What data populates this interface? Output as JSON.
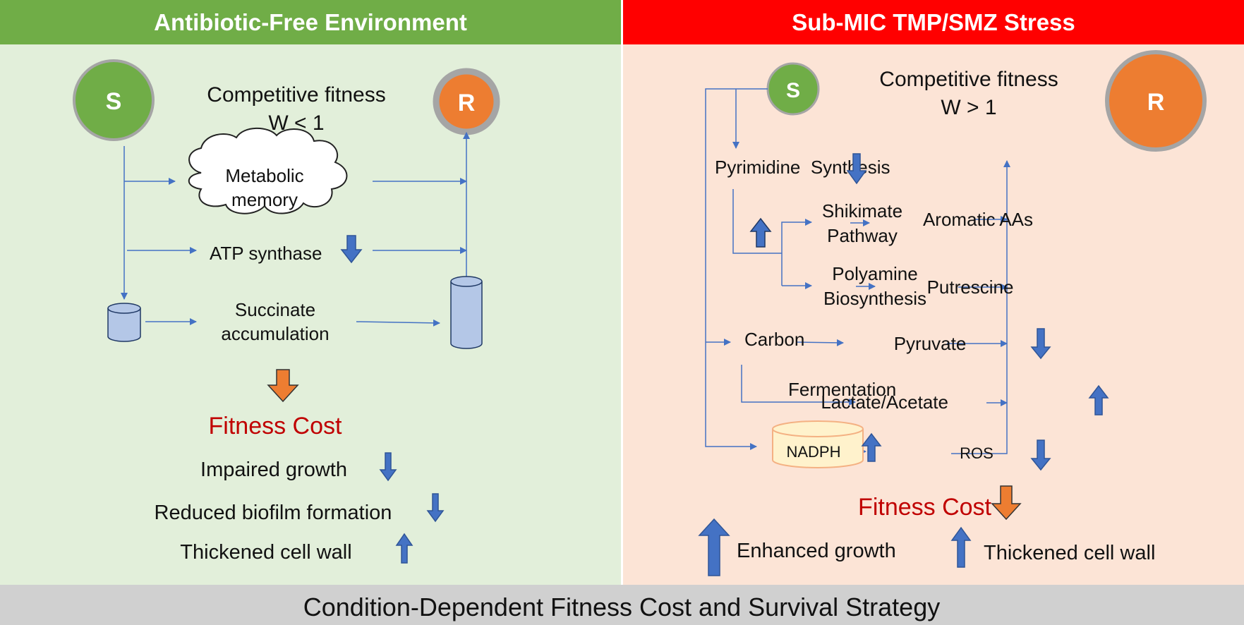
{
  "colors": {
    "left_header": "#70AD47",
    "left_panel": "#E2EFDA",
    "right_header": "#FF0000",
    "right_panel": "#FCE4D6",
    "footer": "#D0D0D0",
    "connector": "#4472C4",
    "arrow_fill": "#4472C4",
    "orange": "#ED7D31",
    "node_s": "#70AD47",
    "node_r": "#ED7D31",
    "fitness_cost_text": "#C00000",
    "cylinder_blue": "#B4C7E7",
    "cylinder_nadph": "#FFF2CC"
  },
  "left": {
    "header": "Antibiotic-Free Environment",
    "node_s": "S",
    "node_r": "R",
    "fitness_line1": "Competitive fitness",
    "fitness_line2": "W < 1",
    "metabolic_line1": "Metabolic",
    "metabolic_line2": "memory",
    "atp": "ATP synthase",
    "succinate_line1": "Succinate",
    "succinate_line2": "accumulation",
    "fitness_cost": "Fitness Cost",
    "outcomes": [
      {
        "label": "Impaired growth",
        "direction": "down"
      },
      {
        "label": "Reduced biofilm formation",
        "direction": "down"
      },
      {
        "label": "Thickened cell wall",
        "direction": "up"
      }
    ]
  },
  "right": {
    "header": "Sub-MIC TMP/SMZ Stress",
    "node_s": "S",
    "node_r": "R",
    "fitness_line1": "Competitive fitness",
    "fitness_line2": "W > 1",
    "pyrimidine": "Pyrimidine  Synthesis",
    "shikimate_line1": "Shikimate",
    "shikimate_line2": "Pathway",
    "aromatic": "Aromatic AAs",
    "polyamine_line1": "Polyamine",
    "polyamine_line2": "Biosynthesis",
    "putrescine": "Putrescine",
    "carbon": "Carbon",
    "pyruvate": "Pyruvate",
    "fermentation": "Fermentation",
    "lactate": "Lactate/Acetate",
    "nadph": "NADPH",
    "ros": "ROS",
    "fitness_cost": "Fitness Cost",
    "outcomes": [
      {
        "label": "Enhanced growth",
        "direction": "up"
      },
      {
        "label": "Thickened cell wall",
        "direction": "up"
      }
    ]
  },
  "footer": {
    "title": "Condition-Dependent Fitness Cost and Survival Strategy"
  }
}
